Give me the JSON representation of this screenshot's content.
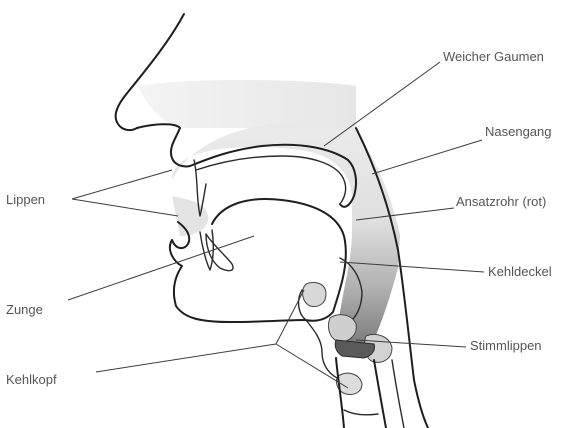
{
  "labels": {
    "weicher_gaumen": "Weicher Gaumen",
    "nasengang": "Nasengang",
    "ansatzrohr": "Ansatzrohr (rot)",
    "kehldeckel": "Kehldeckel",
    "stimmlippen": "Stimmlippen",
    "lippen": "Lippen",
    "zunge": "Zunge",
    "kehlkopf": "Kehlkopf"
  }
}
